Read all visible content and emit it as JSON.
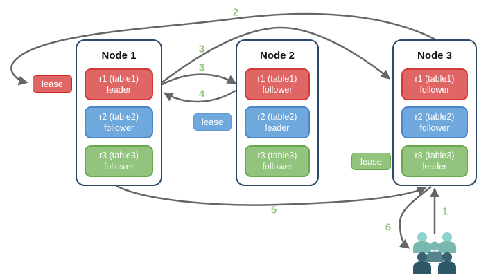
{
  "diagram": {
    "nodes": [
      {
        "title": "Node 1",
        "replicas": [
          {
            "line1": "r1 (table1)",
            "line2": "leader",
            "color": "#e06666"
          },
          {
            "line1": "r2 (table2)",
            "line2": "follower",
            "color": "#6fa8dc"
          },
          {
            "line1": "r3 (table3)",
            "line2": "follower",
            "color": "#93c47d"
          }
        ]
      },
      {
        "title": "Node 2",
        "replicas": [
          {
            "line1": "r1 (table1)",
            "line2": "follower",
            "color": "#e06666"
          },
          {
            "line1": "r2 (table2)",
            "line2": "leader",
            "color": "#6fa8dc"
          },
          {
            "line1": "r3 (table3)",
            "line2": "follower",
            "color": "#93c47d"
          }
        ]
      },
      {
        "title": "Node 3",
        "replicas": [
          {
            "line1": "r1 (table1)",
            "line2": "follower",
            "color": "#e06666"
          },
          {
            "line1": "r2 (table2)",
            "line2": "follower",
            "color": "#6fa8dc"
          },
          {
            "line1": "r3 (table3)",
            "line2": "leader",
            "color": "#93c47d"
          }
        ]
      }
    ],
    "leases": [
      {
        "label": "lease",
        "color": "#e06666"
      },
      {
        "label": "lease",
        "color": "#6fa8dc"
      },
      {
        "label": "lease",
        "color": "#93c47d"
      }
    ],
    "steps": {
      "s1": "1",
      "s2": "2",
      "s3a": "3",
      "s3b": "3",
      "s4": "4",
      "s5": "5",
      "s6": "6"
    },
    "icons": {
      "users": "users-group-icon"
    },
    "colors": {
      "arrow": "#666666",
      "step_label": "#93c47d",
      "node_border": "#2b4a6b",
      "red_fill": "#e06666",
      "red_border": "#d23b35",
      "blue_fill": "#6fa8dc",
      "blue_border": "#4a86c8",
      "green_fill": "#93c47d",
      "green_border": "#6aa84f",
      "users_teal_light": "#8ed3ce",
      "users_teal_mid": "#79b7b1",
      "users_teal_slate": "#56838c",
      "users_teal_dark": "#2e5866"
    }
  }
}
